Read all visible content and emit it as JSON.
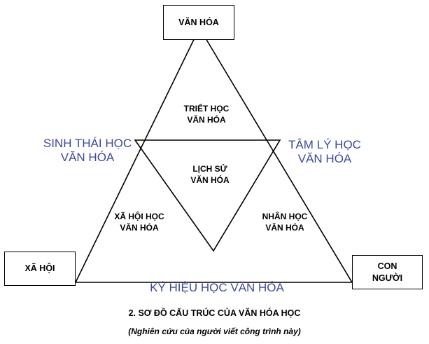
{
  "boxes": {
    "top": "VĂN HÓA",
    "left": "XÃ HỘI",
    "right_line1": "CON",
    "right_line2": "NGƯỜI"
  },
  "inner_labels": {
    "top_line1": "TRIẾT HỌC",
    "top_line2": "VĂN HÓA",
    "center_line1": "LỊCH SỬ",
    "center_line2": "VĂN HÓA",
    "left_line1": "XÃ HỘI HỌC",
    "left_line2": "VĂN HÓA",
    "right_line1": "NHÂN HỌC",
    "right_line2": "VĂN HÓA"
  },
  "outer_labels": {
    "left_line1": "SINH THÁI HỌC",
    "left_line2": "VĂN HÓA",
    "right_line1": "TÂM LÝ HỌC",
    "right_line2": "VĂN HÓA",
    "bottom": "KÝ HIỆU HỌC VĂN HÓA"
  },
  "caption": "2. SƠ ĐỒ CẤU TRÚC CỦA VĂN HÓA HỌC",
  "subcaption": "(Nghiên cứu của người viết công trình này)",
  "colors": {
    "lines": "#000000",
    "outer_label_text": "#3b4a9a"
  }
}
